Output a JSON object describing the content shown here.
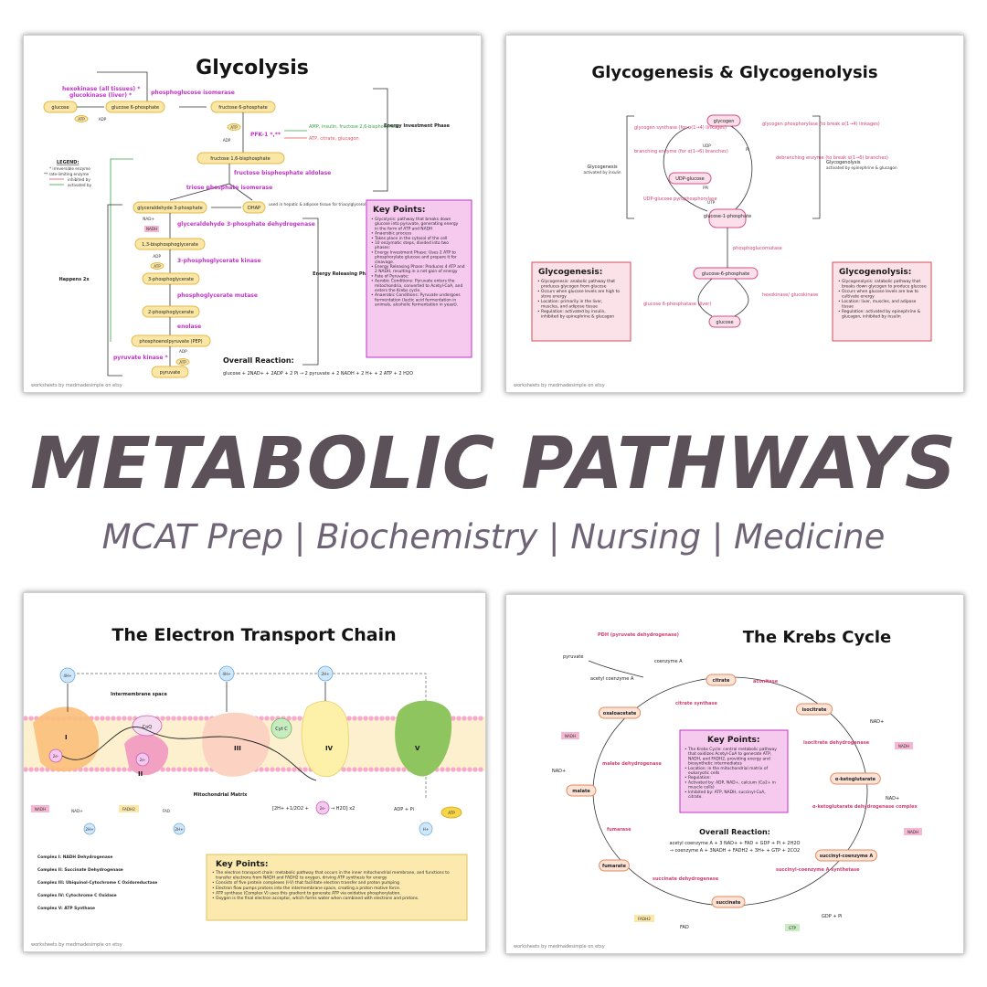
{
  "title": "METABOLIC PATHWAYS",
  "subtitle": "MCAT Prep | Biochemistry | Nursing | Medicine",
  "footer": "worksheets by medmadesimple on etsy",
  "glycolysis": {
    "title": "Glycolysis",
    "molecules": [
      "glucose",
      "glucose 6-phosphate",
      "fructose 6-phosphate",
      "fructose 1,6-bisphosphate",
      "glyceraldehyde 3-phosphate",
      "DHAP",
      "1,3-bisphosphoglycerate",
      "3-phosphoglycerate",
      "2-phosphoglycerate",
      "phosphoenolpyruvate (PEP)",
      "pyruvate"
    ],
    "enzymes": {
      "hexokinase": "hexokinase (all tissues) *",
      "glucokinase": "glucokinase (liver) *",
      "pgi": "phosphoglucose isomerase",
      "pfk": "PFK-1 *,**",
      "aldolase": "fructose bisphosphate aldolase",
      "tpi": "triose phosphate isomerase",
      "g3pdh": "glyceraldehyde 3-phosphate dehydrogenase",
      "pgk": "3-phosphoglycerate kinase",
      "pgm": "phosphoglycerate mutase",
      "enolase": "enolase",
      "pk": "pyruvate kinase *"
    },
    "regulators": {
      "activators": "AMP, insulin, fructose 2,6-bisphosphate",
      "inhibitors": "ATP, citrate, glucagon"
    },
    "cofactors": {
      "atp": "ATP",
      "adp": "ADP",
      "nad": "NAD+",
      "nadh": "NADH"
    },
    "legend": {
      "title": "LEGEND:",
      "items": [
        "* irreversible enzyme",
        "** rate-limiting enzyme",
        "inhibited by",
        "activated by"
      ]
    },
    "dhap_note": "used in hepatic & adipose tissue for triacylglycerol synthesis",
    "phases": {
      "investment": "Energy Investment Phase",
      "releasing": "Energy Releasing Phase",
      "twice": "Happens 2x"
    },
    "key_points": {
      "title": "Key Points:",
      "items": [
        "Glycolysis: pathway that breaks down glucose into pyruvate, generating energy in the form of ATP and NADH",
        "Anaerobic process",
        "Takes place in the cytosol of the cell",
        "10 enzymatic steps, divided into two phases:",
        "Energy Investment Phase: Uses 2 ATP to phosphorylate glucose and prepare it for cleavage.",
        "Energy Releasing Phase: Produces 4 ATP and 2 NADH, resulting in a net gain of energy",
        "Fate of Pyruvate:",
        "Aerobic Conditions: Pyruvate enters the mitochondria, converted to Acetyl-CoA, and enters the Krebs cycle.",
        "Anaerobic Conditions: Pyruvate undergoes fermentation (lactic acid fermentation in animals, alcoholic fermentation in yeast)."
      ]
    },
    "overall_title": "Overall Reaction:",
    "overall": "glucose + 2NAD+ + 2ADP + 2 Pi → 2 pyruvate + 2 NADH + 2 H+ + 2 ATP + 2 H2O"
  },
  "glycogen": {
    "title": "Glycogenesis & Glycogenolysis",
    "nodes": [
      "glycogen",
      "UDP-glucose",
      "glucose-1-phosphate",
      "glucose-6-phosphate",
      "glucose"
    ],
    "enzymes": {
      "synthase": "glycogen synthase (for α(1→4) linkages)",
      "branching": "branching enzyme (for α(1→6) branches)",
      "phosphorylase": "glycogen phosphorylase (to break α(1→4) linkages)",
      "debranching": "debranching enzyme (to break α(1→6) branches)",
      "udp_ppase": "UDP-glucose pyrophosphorylase",
      "mutase": "phosphoglucomutase",
      "hexokinase": "hexokinase/ glucokinase",
      "g6pase": "glucose 6-phosphatase (liver)"
    },
    "small": {
      "udp": "UDP",
      "pi": "Pi",
      "ppi": "PPi",
      "utp": "UTP"
    },
    "genesis_label": "Glycogenesis",
    "genesis_sub": "activated by insulin",
    "lysis_label": "Glycogenolysis",
    "lysis_sub": "activated by epinephrine & glucagon",
    "genesis_box": {
      "title": "Glycogenesis:",
      "items": [
        "Glycogenesis: anabolic pathway that produces glycogen from glucose",
        "Occurs when glucose levels are high to store energy",
        "Location: primarily in the liver, muscles, and adipose tissue",
        "Regulation: activated by insulin, inhibited by epinephrine & glucagon"
      ]
    },
    "lysis_box": {
      "title": "Glycogenolysis:",
      "items": [
        "Glycogenolysis: catabolic pathway that breaks down glycogen to produce glucose",
        "Occurs when glucose levels are low to cultivate energy",
        "Location: liver, muscles, and adipose tissue",
        "Regulation: activated by epinephrine & glucagon, inhibited by insulin"
      ]
    }
  },
  "etc": {
    "title": "The Electron Transport Chain",
    "labels": {
      "ims": "Intermembrane space",
      "matrix": "Mitochondrial Matrix"
    },
    "complexes": [
      "I",
      "II",
      "III",
      "IV",
      "V"
    ],
    "carriers": {
      "coq": "CoQ",
      "cytc": "Cyt C",
      "e": "2e-"
    },
    "protons": {
      "h4": "4H+",
      "h2": "2H+",
      "h": "H+"
    },
    "cofactors": {
      "nadh": "NADH",
      "nad": "NAD+",
      "fadh2": "FADH2",
      "fad": "FAD",
      "adp": "ADP + Pi",
      "atp": "ATP"
    },
    "oxygen_rxn_a": "[2H+ +1/2O2 +",
    "oxygen_rxn_b": "→ H2O] x2",
    "complex_names": [
      "Complex I: NADH Dehydrogenase",
      "Complex II: Succinate Dehydrogenase",
      "Complex III: Ubiquinol-Cytochrome C Oxidoreductase",
      "Complex IV: Cytochrome C Oxidase",
      "Complex V: ATP Synthase"
    ],
    "key_points": {
      "title": "Key Points:",
      "items": [
        "The electron transport chain: metabolic pathway that occurs in the inner mitochondrial membrane, and functions to transfer electrons from NADH and FADH2 to oxygen, driving ATP synthesis for energy",
        "Consists of five protein complexes (I-V) that facilitate electron transfer and proton pumping",
        "Electron flow pumps protons into the intermembrane space, creating a proton motive force.",
        "ATP synthase (Complex V) uses this gradient to generate ATP via oxidative phosphorylation.",
        "Oxygen is the final electron acceptor, which forms water when combined with electrons and protons."
      ]
    }
  },
  "krebs": {
    "title": "The Krebs Cycle",
    "nodes": [
      "citrate",
      "isocitrate",
      "α-ketoglutarate",
      "succinyl-coenzyme A",
      "succinate",
      "fumarate",
      "malate",
      "oxaloacetate"
    ],
    "enzymes": {
      "pdh": "PDH (pyruvate dehydrogenase)",
      "cs": "citrate synthase",
      "aco": "aconitase",
      "idh": "isocitrate dehydrogenase",
      "akg": "α-ketoglutarate dehydrogenase complex",
      "scs": "succinyl-coenzyme A synthetase",
      "sdh": "succinate dehydrogenase",
      "fum": "fumarase",
      "mdh": "malate dehydrogenase"
    },
    "inputs": {
      "pyruvate": "pyruvate",
      "coa": "coenzyme A",
      "acoa": "acetyl coenzyme A",
      "nad": "NAD+",
      "nadh": "NADH",
      "gdp": "GDP + Pi",
      "gtp": "GTP",
      "fad": "FAD",
      "fadh2": "FADH2"
    },
    "key_points": {
      "title": "Key Points:",
      "items": [
        "The Krebs Cycle: central metabolic pathway that oxidizes Acetyl-CoA to generate ATP, NADH, and FADH2, providing energy and biosynthetic intermediates",
        "Location: in the mitochondrial matrix of eukaryotic cells",
        "Regulation:",
        "Activated by: ADP, NAD+, calcium (Ca2+ in muscle cells)",
        "Inhibited by: ATP, NADH, succinyl-CoA, citrate."
      ]
    },
    "overall_title": "Overall Reaction:",
    "overall_1": "acetyl coenzyme A + 3 NAD+ + FAD + GDP + Pi + 2H2O",
    "overall_2": "→ coenzyme A + 3NADH + FADH2 + 3H+ + GTP + 2CO2"
  },
  "colors": {
    "title": "#5c5158",
    "subtitle": "#6e6475",
    "magenta": "#c232c8",
    "pink": "#d43d6f",
    "membrane": "#f6a9cf",
    "keybox_pink": "#f6c9ef",
    "keybox_yellow": "#fbe9ae"
  }
}
